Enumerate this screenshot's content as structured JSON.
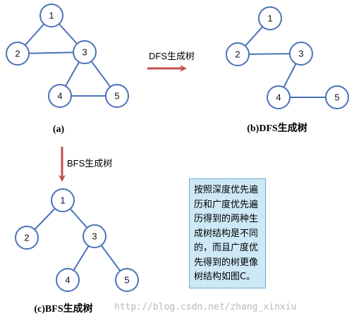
{
  "colors": {
    "node_stroke": "#4a72b8",
    "edge": "#4a72b8",
    "arrow": "#c0504d",
    "note_fill": "#cde9f6",
    "note_border": "#6aaed0"
  },
  "graphs": [
    {
      "id": "a",
      "caption": "(a)",
      "nodes": [
        "1",
        "2",
        "3",
        "4",
        "5"
      ],
      "edges": [
        [
          "1",
          "2"
        ],
        [
          "1",
          "3"
        ],
        [
          "2",
          "3"
        ],
        [
          "3",
          "4"
        ],
        [
          "3",
          "5"
        ],
        [
          "4",
          "5"
        ]
      ]
    },
    {
      "id": "b",
      "caption": "(b)DFS生成树",
      "nodes": [
        "1",
        "2",
        "3",
        "4",
        "5"
      ],
      "edges": [
        [
          "1",
          "2"
        ],
        [
          "2",
          "3"
        ],
        [
          "3",
          "4"
        ],
        [
          "4",
          "5"
        ]
      ]
    },
    {
      "id": "c",
      "caption": "(c)BFS生成树",
      "nodes": [
        "1",
        "2",
        "3",
        "4",
        "5"
      ],
      "edges": [
        [
          "1",
          "2"
        ],
        [
          "1",
          "3"
        ],
        [
          "3",
          "4"
        ],
        [
          "3",
          "5"
        ]
      ]
    }
  ],
  "arrows": {
    "dfs_label": "DFS生成树",
    "bfs_label": "BFS生成树"
  },
  "note": {
    "text": "按照深度优先遍历和广度优先遍历得到的两种生成树结构是不同的，而且广度优先得到的树更像树结构如图C。"
  },
  "watermark": "http://blog.csdn.net/zhang_xinxiu"
}
